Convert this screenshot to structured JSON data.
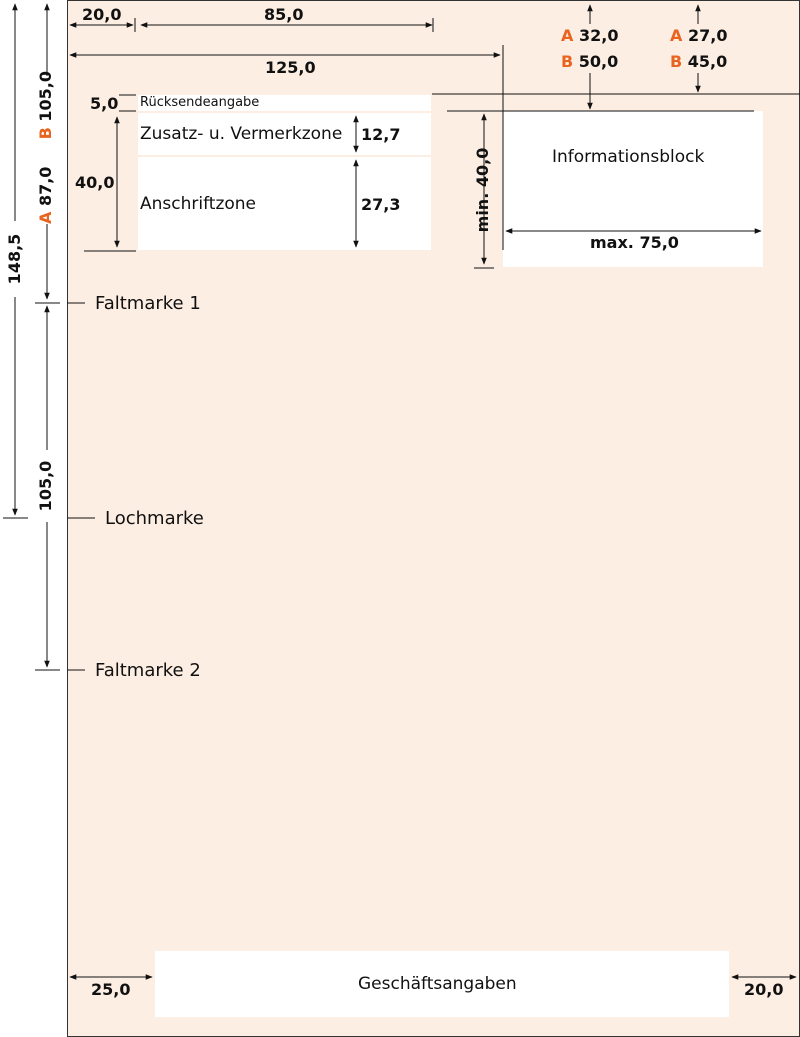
{
  "zones": {
    "ruecksendeangabe": "Rücksendeangabe",
    "zusatz_vermerkzone": "Zusatz- u. Vermerkzone",
    "anschriftzone": "Anschriftzone",
    "informationsblock": "Informationsblock",
    "geschaeftsangaben": "Geschäftsangaben"
  },
  "marks": {
    "faltmarke_1": "Faltmarke 1",
    "lochmarke": "Lochmarke",
    "faltmarke_2": "Faltmarke 2"
  },
  "dimensions": {
    "left_margin": "20,0",
    "address_width": "85,0",
    "info_offset": "125,0",
    "ruecksende_height": "5,0",
    "address_field_height": "40,0",
    "zusatz_height": "12,7",
    "anschrift_height": "27,3",
    "info_min_height": "min. 40,0",
    "info_max_width": "max. 75,0",
    "fold1_distance": "148,5",
    "fold_to_fold": "105,0",
    "bottom_left_margin": "25,0",
    "bottom_right_margin": "20,0"
  },
  "variants": {
    "a_label": "A",
    "b_label": "B",
    "address_top": {
      "a": "32,0",
      "b": "50,0"
    },
    "info_top": {
      "a": "27,0",
      "b": "45,0"
    },
    "fold1": {
      "a": "87,0",
      "b": "105,0"
    }
  },
  "colors": {
    "page_background": "#fdeee4",
    "accent": "#e8641f"
  }
}
